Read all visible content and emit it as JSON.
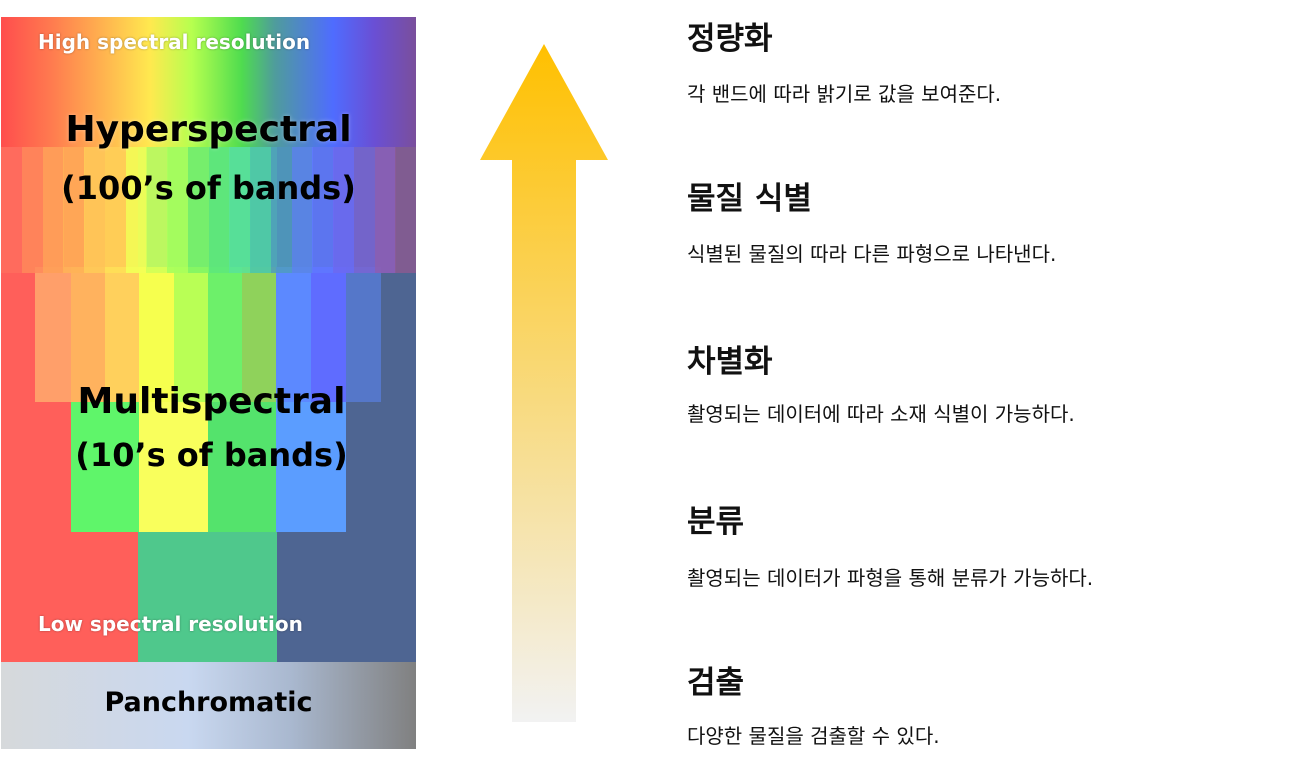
{
  "panel": {
    "high_label": "High spectral resolution",
    "hyper_title": "Hyperspectral",
    "hyper_sub": "(100’s of bands)",
    "multi_title": "Multispectral",
    "multi_sub": "(10’s of bands)",
    "low_label": "Low spectral resolution",
    "pan_label": "Panchromatic"
  },
  "levels": [
    {
      "title": "정량화",
      "desc": " 각 밴드에 따라 밝기로 값을 보여준다."
    },
    {
      "title": "물질 식별",
      "desc": "식별된 물질의 따라 다른 파형으로 나타낸다."
    },
    {
      "title": "차별화",
      "desc": "촬영되는 데이터에 따라 소재 식별이 가능하다."
    },
    {
      "title": "분류",
      "desc": "촬영되는 데이터가  파형을 통해 분류가 가능하다."
    },
    {
      "title": "검출",
      "desc": "다양한 물질을 검출할 수 있다."
    }
  ],
  "colors": {
    "arrow_top": "#ffc000",
    "arrow_bottom": "#f2f2f2"
  }
}
